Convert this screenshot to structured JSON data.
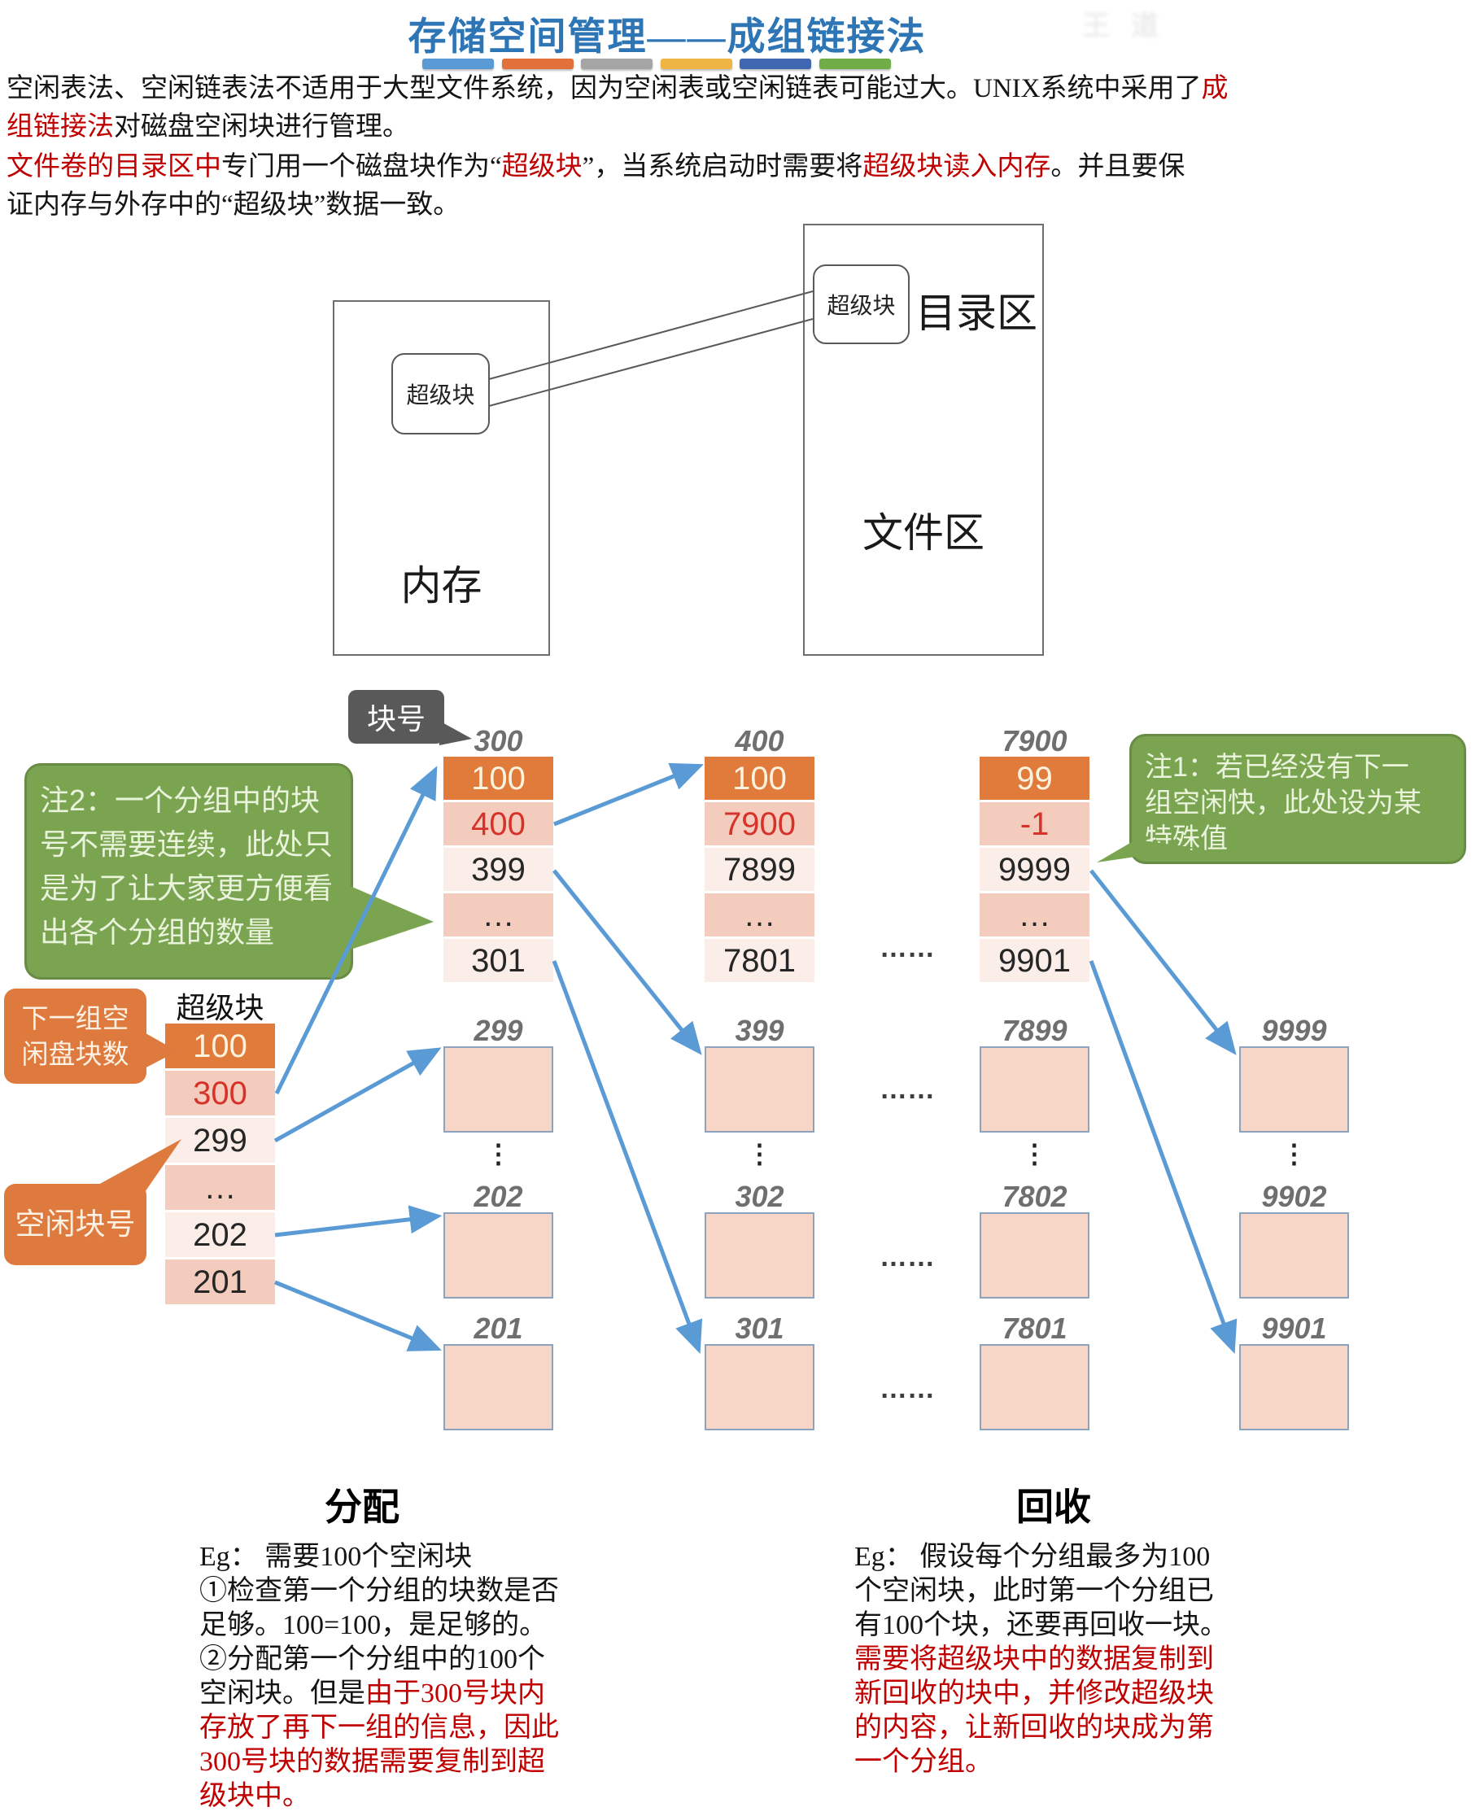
{
  "watermark": "王道",
  "title": "存储空间管理——成组链接法",
  "accent_colors": [
    "#5B9BD5",
    "#E2703A",
    "#A5A5A5",
    "#EEB544",
    "#3F66B0",
    "#70AD47"
  ],
  "intro": {
    "p1l1a": "空闲表法、空闲链表法不适用于大型文件系统，因为空闲表或空闲链表可能过大。UNIX系统中采用了",
    "p1l1b": "成",
    "p1l2a": "组链接法",
    "p1l2b": "对磁盘空闲块进行管理。",
    "p2l1a": "文件卷的目录区中",
    "p2l1b": "专门用一个磁盘块作为“",
    "p2l1c": "超级块",
    "p2l1d": "”，当系统启动时需要将",
    "p2l1e": "超级块读入内存",
    "p2l1f": "。并且要保",
    "p2l2": "证内存与外存中的“超级块”数据一致。"
  },
  "overview": {
    "mem_label": "内存",
    "mem_superblock": "超级块",
    "dir_superblock": "超级块",
    "dir_label": "目录区",
    "file_label": "文件区"
  },
  "ld": {
    "block_no_label": "块号",
    "superblock_title": "超级块",
    "next_count_label": "下一组空闲盘块数",
    "free_no_label": "空闲块号",
    "note2": {
      "l1": "注2：一个分组中的块",
      "l2": "号不需要连续，此处只",
      "l3": "是为了让大家更方便看",
      "l4": "出各个分组的数量"
    },
    "note1": {
      "l1": "注1：若已经没有下一",
      "l2": "组空闲快，此处设为某",
      "l3": "特殊值"
    },
    "sb_cells": [
      "100",
      "300",
      "299",
      "…",
      "202",
      "201"
    ],
    "head300": {
      "label": "300",
      "c0": "100",
      "c1": "400",
      "c2": "399",
      "c3": "…",
      "c4": "301"
    },
    "head400": {
      "label": "400",
      "c0": "100",
      "c1": "7900",
      "c2": "7899",
      "c3": "…",
      "c4": "7801"
    },
    "head7900": {
      "label": "7900",
      "c0": "99",
      "c1": "-1",
      "c2": "9999",
      "c3": "…",
      "c4": "9901"
    },
    "sq": {
      "g1r1": "299",
      "g1r2": "202",
      "g1r3": "201",
      "g2r1": "399",
      "g2r2": "302",
      "g2r3": "301",
      "g3r1": "7899",
      "g3r2": "7802",
      "g3r3": "7801",
      "g4r1": "9999",
      "g4r2": "9902",
      "g4r3": "9901"
    },
    "hdots": "……",
    "vdots": "⋮"
  },
  "alloc": {
    "heading": "分配",
    "l1": "Eg：  需要100个空闲块",
    "l2": "①检查第一个分组的块数是否",
    "l3": "足够。100=100，是足够的。",
    "l4": "②分配第一个分组中的100个",
    "l5b": "空闲块。但是",
    "l5r": "由于300号块内",
    "l6": "存放了再下一组的信息，因此",
    "l7": "300号块的数据需要复制到超",
    "l8": "级块中。"
  },
  "recycle": {
    "heading": "回收",
    "l1": "Eg：  假设每个分组最多为100",
    "l2": "个空闲块，此时第一个分组已",
    "l3": "有100个块，还要再回收一块。",
    "l4": "需要将超级块中的数据复制到",
    "l5": "新回收的块中，并修改超级块",
    "l6": "的内容，让新回收的块成为第",
    "l7": "一个分组。"
  }
}
